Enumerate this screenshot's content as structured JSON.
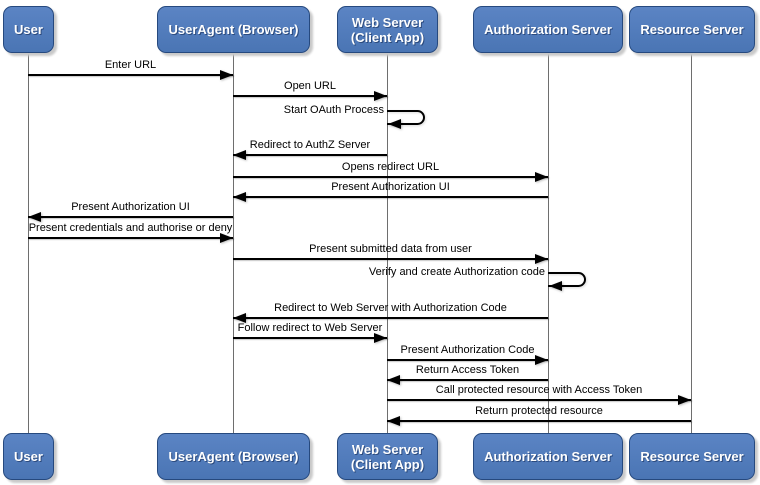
{
  "diagram": {
    "type": "sequence-diagram",
    "subject": "OAuth authorization code flow",
    "actors": [
      {
        "id": "user",
        "label": "User"
      },
      {
        "id": "useragent",
        "label": "UserAgent (Browser)"
      },
      {
        "id": "webserver",
        "label": "Web Server (Client App)",
        "label_lines": [
          "Web Server",
          "(Client App)"
        ]
      },
      {
        "id": "authserver",
        "label": "Authorization Server"
      },
      {
        "id": "resourceserver",
        "label": "Resource Server"
      }
    ],
    "messages": [
      {
        "from": "user",
        "to": "useragent",
        "type": "arrow",
        "text": "Enter URL"
      },
      {
        "from": "useragent",
        "to": "webserver",
        "type": "arrow",
        "text": "Open URL"
      },
      {
        "from": "webserver",
        "to": "webserver",
        "type": "self",
        "text": "Start OAuth Process"
      },
      {
        "from": "webserver",
        "to": "useragent",
        "type": "arrow",
        "text": "Redirect to AuthZ Server"
      },
      {
        "from": "useragent",
        "to": "authserver",
        "type": "arrow",
        "text": "Opens redirect URL"
      },
      {
        "from": "authserver",
        "to": "useragent",
        "type": "arrow",
        "text": "Present Authorization UI"
      },
      {
        "from": "useragent",
        "to": "user",
        "type": "arrow",
        "text": "Present Authorization UI"
      },
      {
        "from": "user",
        "to": "useragent",
        "type": "arrow",
        "text": "Present credentials and authorise or deny"
      },
      {
        "from": "useragent",
        "to": "authserver",
        "type": "arrow",
        "text": "Present submitted data from user"
      },
      {
        "from": "authserver",
        "to": "authserver",
        "type": "self",
        "text": "Verify and create Authorization code"
      },
      {
        "from": "authserver",
        "to": "useragent",
        "type": "arrow",
        "text": "Redirect to Web Server with Authorization Code"
      },
      {
        "from": "useragent",
        "to": "webserver",
        "type": "arrow",
        "text": "Follow redirect to Web Server"
      },
      {
        "from": "webserver",
        "to": "authserver",
        "type": "arrow",
        "text": "Present Authorization Code"
      },
      {
        "from": "authserver",
        "to": "webserver",
        "type": "arrow",
        "text": "Return Access Token"
      },
      {
        "from": "webserver",
        "to": "resourceserver",
        "type": "arrow",
        "text": "Call protected resource with Access Token"
      },
      {
        "from": "resourceserver",
        "to": "webserver",
        "type": "arrow",
        "text": "Return protected resource"
      }
    ],
    "colors": {
      "box_fill": "#4a75b4",
      "box_fill_top": "#5b84c4",
      "box_border": "#26497e",
      "box_text": "#ffffff",
      "arrow": "#000000",
      "lifeline": "#6e6e6e",
      "background": "#ffffff",
      "shadow": "#c9c9c9"
    }
  }
}
